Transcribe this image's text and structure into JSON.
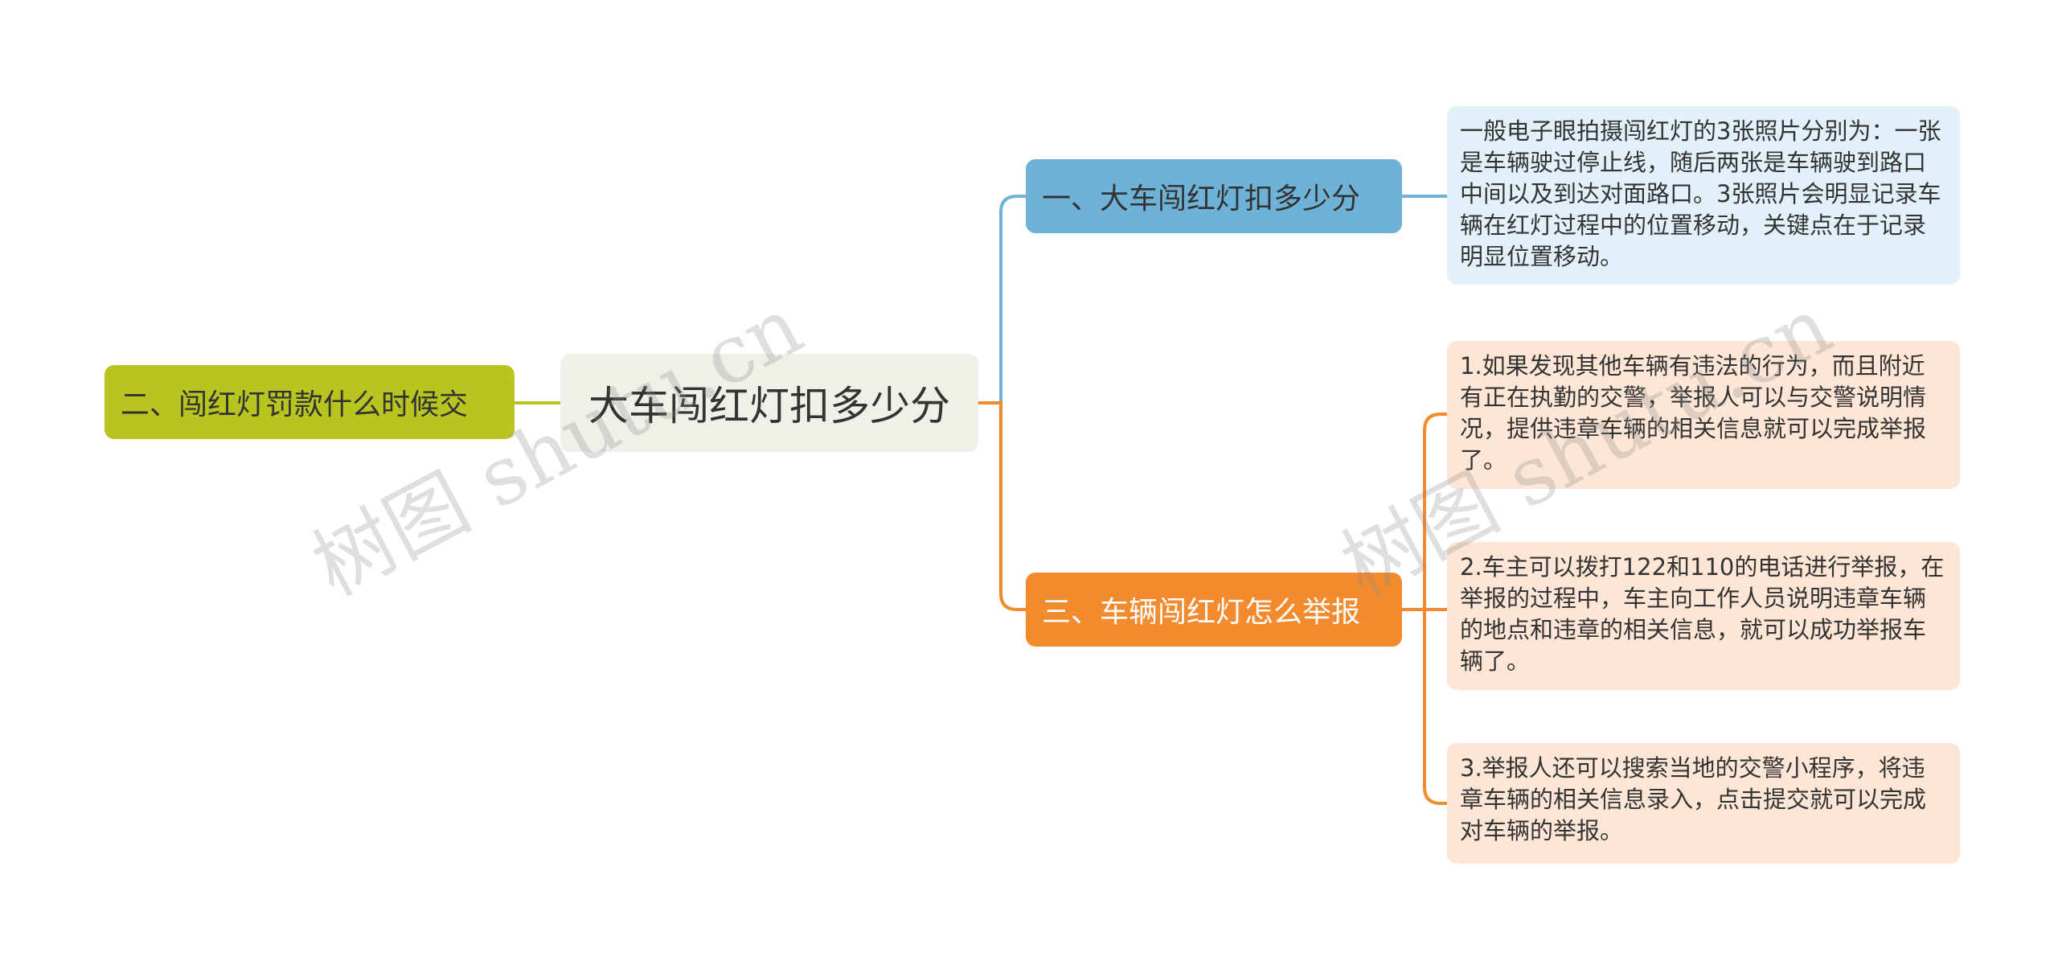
{
  "root": {
    "label": "大车闯红灯扣多少分"
  },
  "branches": {
    "left": {
      "label": "二、闯红灯罚款什么时候交"
    },
    "top": {
      "label": "一、大车闯红灯扣多少分"
    },
    "bottom": {
      "label": "三、车辆闯红灯怎么举报"
    }
  },
  "leaves": {
    "top_1": {
      "text": "一般电子眼拍摄闯红灯的3张照片分别为：一张是车辆驶过停止线，随后两张是车辆驶到路口中间以及到达对面路口。3张照片会明显记录车辆在红灯过程中的位置移动，关键点在于记录明显位置移动。"
    },
    "bottom_1": {
      "text": "1.如果发现其他车辆有违法的行为，而且附近有正在执勤的交警，举报人可以与交警说明情况，提供违章车辆的相关信息就可以完成举报了。"
    },
    "bottom_2": {
      "text": "2.车主可以拨打122和110的电话进行举报，在举报的过程中，车主向工作人员说明违章车辆的地点和违章的相关信息，就可以成功举报车辆了。"
    },
    "bottom_3": {
      "text": "3.举报人还可以搜索当地的交警小程序，将违章车辆的相关信息录入，点击提交就可以完成对车辆的举报。"
    }
  },
  "watermarks": {
    "left": "树图 shutu.cn",
    "right": "树图 shutu.cn"
  },
  "colors": {
    "root_bg": "#f0f0e8",
    "left_branch": "#b9c51f",
    "top_branch": "#6eb2d7",
    "bottom_branch": "#f28a2e",
    "top_leaf_bg": "#e2f0f9",
    "bottom_leaf_bg": "#fde6d5"
  }
}
